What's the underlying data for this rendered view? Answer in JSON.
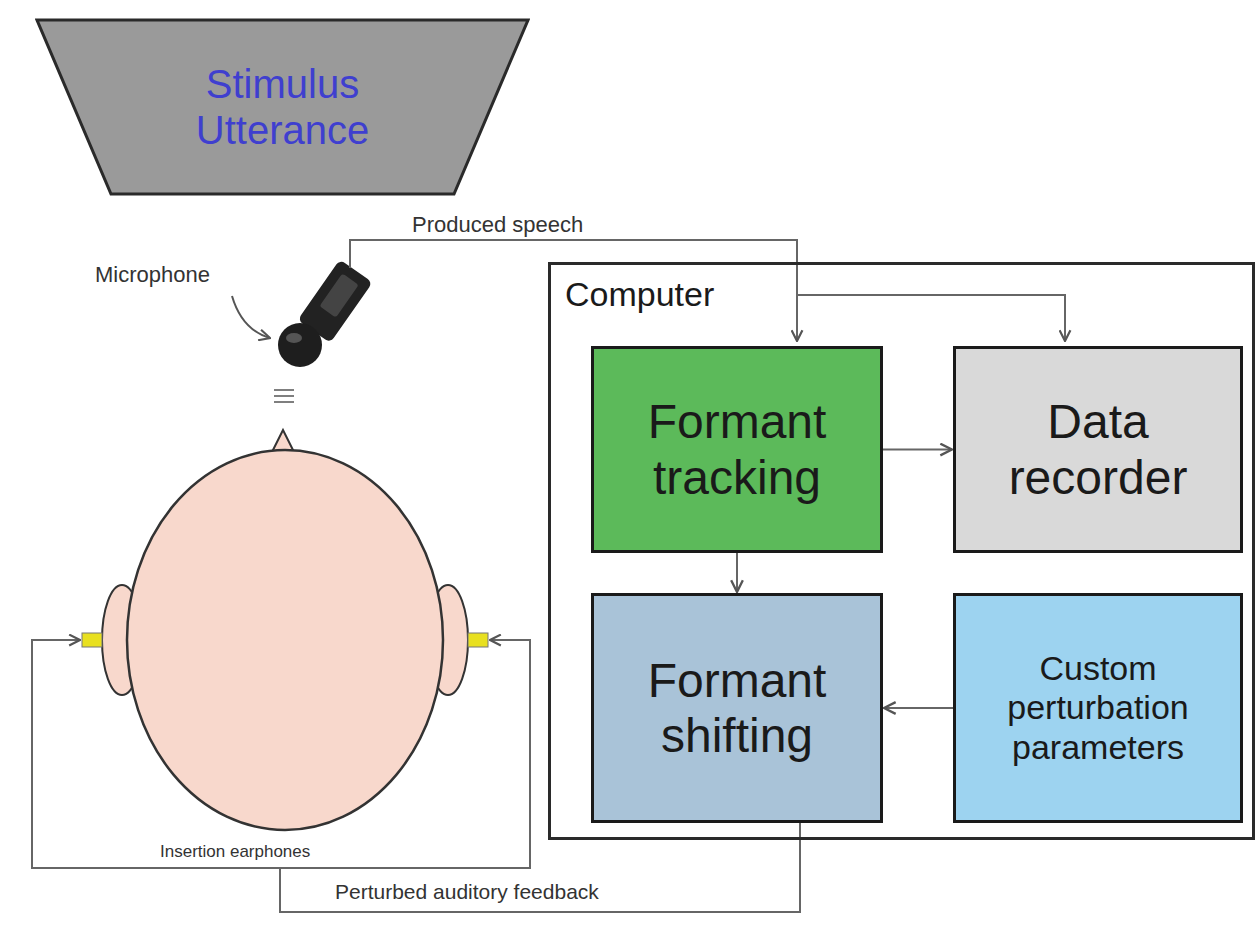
{
  "diagram": {
    "nodes": [
      {
        "text": [
          "Stimulus Utterance"
        ]
      },
      {
        "text": [
          "Computer"
        ]
      },
      {
        "text": [
          "Formant tracking"
        ],
        "in": 1
      },
      {
        "text": [
          "Data recorder"
        ],
        "in": 1
      },
      {
        "text": [
          "Formant shifting"
        ],
        "in": 1
      },
      {
        "text": [
          "Custom perturbation parameters"
        ],
        "in": 1
      }
    ],
    "edges": [
      {
        "from": 2,
        "to": 3,
        "arrow": "to"
      },
      {
        "from": 2,
        "to": 4,
        "arrow": "to"
      },
      {
        "from": 5,
        "to": 4,
        "arrow": "to"
      }
    ],
    "labels": [
      "Produced speech",
      "Microphone",
      "Insertion earphones",
      "Perturbed auditory feedback"
    ]
  }
}
